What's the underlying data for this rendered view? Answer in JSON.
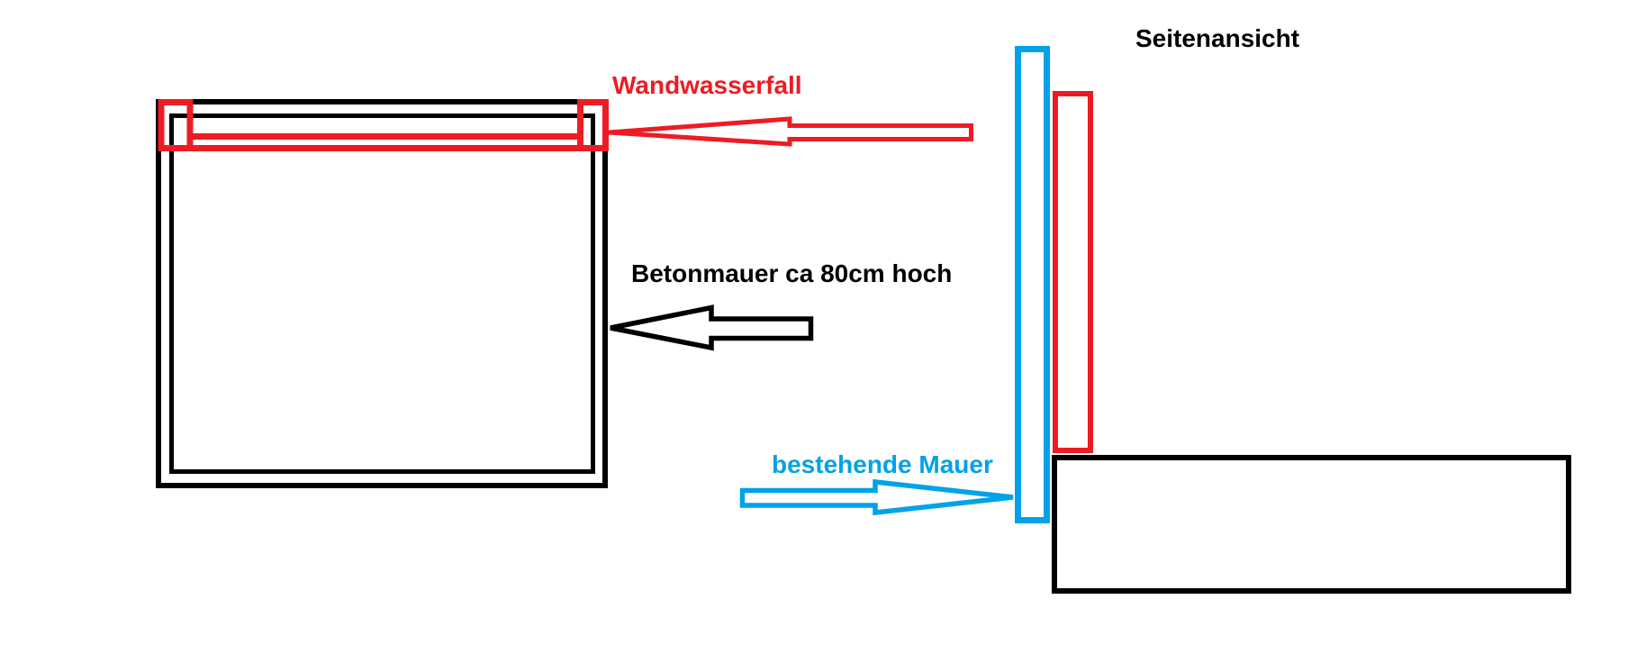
{
  "colors": {
    "red": "#ED1C24",
    "cyan": "#00A2E8",
    "ink": "#000000",
    "paper": "#FFFFFF"
  },
  "labels": {
    "wandwasserfall": "Wandwasserfall",
    "betonmauer": "Betonmauer ca 80cm hoch",
    "seitenansicht": "Seitenansicht",
    "bestehende_mauer": "bestehende Mauer"
  }
}
